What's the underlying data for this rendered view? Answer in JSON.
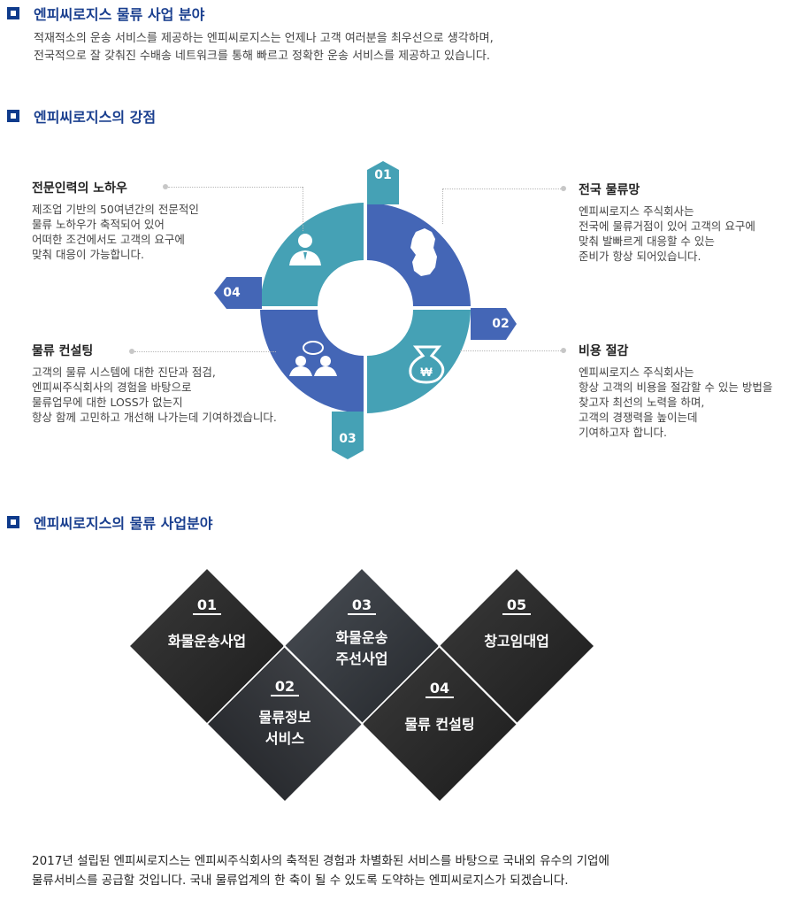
{
  "section1": {
    "title": "엔피씨로지스 물류 사업 분야",
    "lines": [
      "적재적소의 운송 서비스를 제공하는 엔피씨로지스는 언제나 고객 여러분을 최우선으로 생각하며,",
      "전국적으로 잘 갖춰진 수배송 네트워크를 통해 빠르고 정확한 운송 서비스를 제공하고 있습니다."
    ]
  },
  "section2": {
    "title": "엔피씨로지스의 강점",
    "features": [
      {
        "number": "01",
        "title": "전국 물류망",
        "icon": "korea-map-icon",
        "lines": [
          "엔피씨로지스 주식회사는",
          "전국에  물류거점이 있어  고객의 요구에",
          "맞춰 발빠르게 대응할 수 있는",
          "준비가 항상 되어있습니다."
        ]
      },
      {
        "number": "02",
        "title": "비용 절감",
        "icon": "money-bag-won-icon",
        "lines": [
          "엔피씨로지스 주식회사는",
          "항상 고객의 비용을 절감할 수 있는 방법을",
          "찾고자 최선의 노력을 하며,",
          "고객의 경쟁력을 높이는데",
          "기여하고자 합니다."
        ]
      },
      {
        "number": "03",
        "title": "물류 컨설팅",
        "icon": "consultation-people-icon",
        "lines": [
          "고객의 물류 시스템에 대한 진단과 점검,",
          "엔피씨주식회사의 경험을 바탕으로",
          "물류업무에 대한 LOSS가 없는지",
          "항상 함께 고민하고 개선해 나가는데 기여하겠습니다."
        ]
      },
      {
        "number": "04",
        "title": "전문인력의 노하우",
        "icon": "professional-person-icon",
        "lines": [
          "제조업 기반의 50여년간의 전문적인",
          "물류 노하우가 축적되어 있어",
          "어떠한 조건에서도 고객의 요구에",
          "맞춰 대응이 가능합니다."
        ]
      }
    ],
    "colors": {
      "blue": "#4466b6",
      "teal": "#45a1b5"
    }
  },
  "section3": {
    "title": "엔피씨로지스의 물류 사업분야",
    "businesses": [
      {
        "number": "01",
        "lines": [
          "화물운송사업"
        ]
      },
      {
        "number": "02",
        "lines": [
          "물류정보",
          "서비스"
        ]
      },
      {
        "number": "03",
        "lines": [
          "화물운송",
          "주선사업"
        ]
      },
      {
        "number": "04",
        "lines": [
          "물류 컨설팅"
        ]
      },
      {
        "number": "05",
        "lines": [
          "창고임대업"
        ]
      }
    ]
  },
  "closing": {
    "lines": [
      "2017년 설립된 엔피씨로지스는 엔피씨주식회사의 축적된 경험과 차별화된 서비스를 바탕으로 국내외 유수의 기업에",
      "물류서비스를 공급할 것입니다. 국내 물류업계의 한 축이 될 수 있도록 도약하는 엔피씨로지스가 되겠습니다."
    ]
  }
}
